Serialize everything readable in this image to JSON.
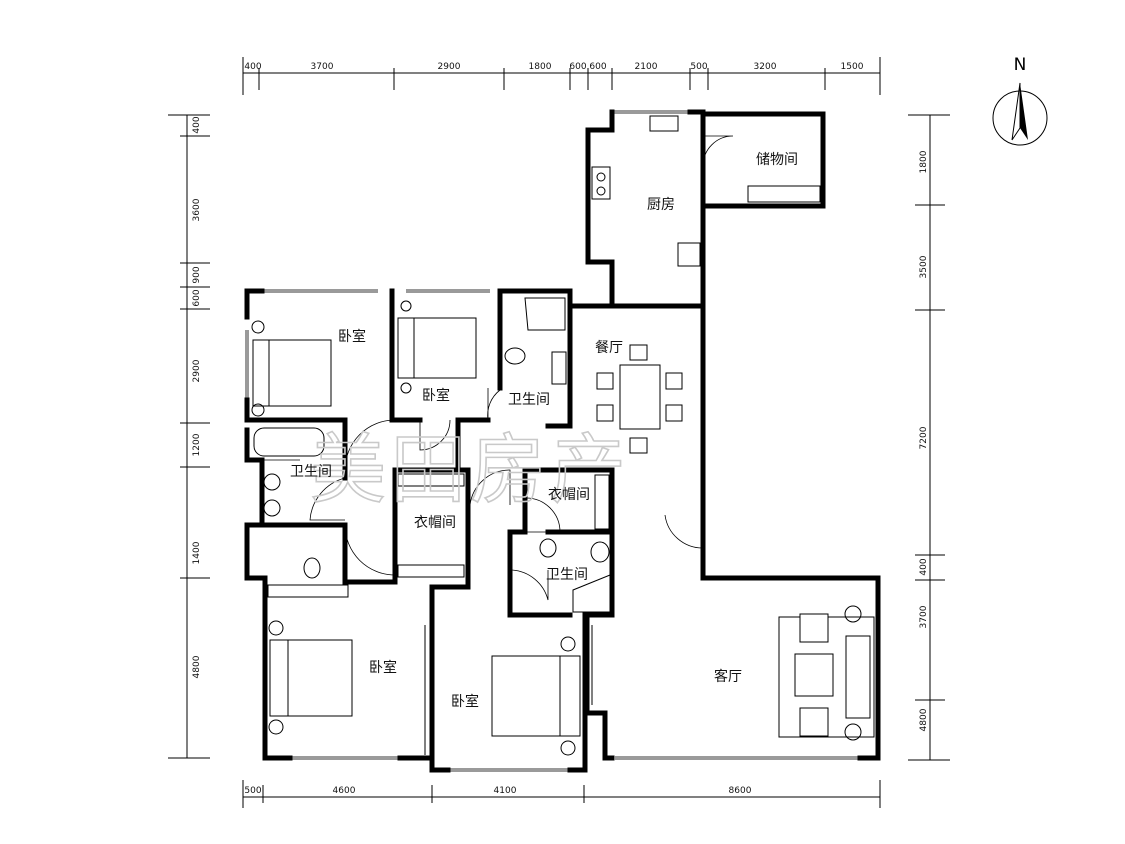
{
  "dimensions": {
    "top": [
      "400",
      "3700",
      "2900",
      "1800",
      "600",
      "600",
      "2100",
      "500",
      "3200",
      "1500"
    ],
    "bottom": [
      "500",
      "4600",
      "4100",
      "8600"
    ],
    "left": [
      "400",
      "3600",
      "900",
      "600",
      "2900",
      "1200",
      "1400",
      "4800"
    ],
    "right": [
      "1800",
      "3500",
      "7200",
      "400",
      "3700",
      "4800"
    ]
  },
  "rooms": {
    "kitchen": "厨房",
    "storage": "储物间",
    "dining": "餐厅",
    "bedroom_nw": "卧室",
    "bedroom_n2": "卧室",
    "bath_n": "卫生间",
    "bath_w": "卫生间",
    "closet_mid": "衣帽间",
    "closet_e": "衣帽间",
    "bath_s": "卫生间",
    "bedroom_sw": "卧室",
    "bedroom_s": "卧室",
    "living": "客厅"
  },
  "compass": {
    "label": "N"
  },
  "watermark": "美田房产",
  "colors": {
    "wall": "#000000",
    "window": "#9a9a9a",
    "watermark": "#c9c9c9"
  }
}
